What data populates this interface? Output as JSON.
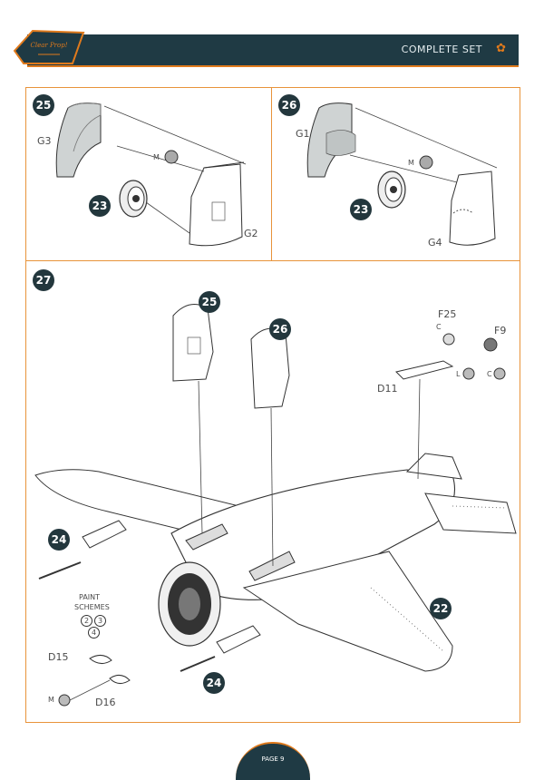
{
  "header": {
    "title": "COMPLETE SET",
    "logo_text": "Clear Prop!"
  },
  "steps": {
    "s25": {
      "number": "25",
      "sub_number": "23",
      "parts": {
        "g3": "G3",
        "g2": "G2",
        "m": "M"
      }
    },
    "s26": {
      "number": "26",
      "sub_number": "23",
      "parts": {
        "g1": "G1",
        "g4": "G4",
        "m": "M"
      }
    },
    "s27": {
      "number": "27",
      "callouts": {
        "c25": "25",
        "c26": "26",
        "c24a": "24",
        "c24b": "24",
        "c22": "22"
      },
      "parts": {
        "f25": "F25",
        "f9": "F9",
        "d11": "D11",
        "d15": "D15",
        "d16": "D16",
        "c1": "C",
        "c2": "C",
        "l": "L",
        "m": "M"
      },
      "paint": {
        "title_line1": "PAINT",
        "title_line2": "SCHEMES",
        "s2": "2",
        "s3": "3",
        "s4": "4"
      }
    }
  },
  "footer": {
    "page": "PAGE 9"
  },
  "colors": {
    "accent": "#e07a1c",
    "dark": "#1f3a44",
    "badge": "#23373d"
  }
}
